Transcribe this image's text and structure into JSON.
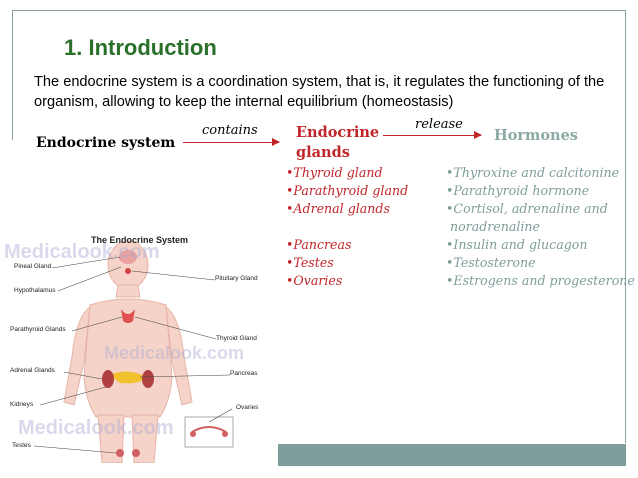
{
  "slide": {
    "title": "1. Introduction",
    "intro": "The endocrine system is a coordination system, that is, it regulates the functioning of the organism, allowing to keep the internal equilibrium (homeostasis)"
  },
  "flow": {
    "system": "Endocrine system",
    "contains": "contains",
    "glands": "Endocrine glands",
    "release": "release",
    "hormones": "Hormones"
  },
  "glands": [
    "•Thyroid gland",
    "•Parathyroid gland",
    "•Adrenal glands",
    "•Pancreas",
    "•Testes",
    "•Ovaries"
  ],
  "hormones": [
    "•Thyroxine and calcitonine",
    "•Parathyroid hormone",
    "•Cortisol, adrenaline and",
    " noradrenaline",
    "•Insulin and glucagon",
    "•Testosterone",
    "•Estrogens and progesterone"
  ],
  "figure": {
    "title": "The Endocrine System",
    "labels": {
      "pineal": "Pineal Gland",
      "hypothalamus": "Hypothalamus",
      "pituitary": "Pituitary Gland",
      "parathyroid": "Parathyroid Glands",
      "thyroid": "Thyroid Gland",
      "adrenal": "Adrenal Glands",
      "pancreas": "Pancreas",
      "kidneys": "Kidneys",
      "ovaries": "Ovaries",
      "testes": "Testes"
    },
    "watermark": "Medicalook.com"
  }
}
